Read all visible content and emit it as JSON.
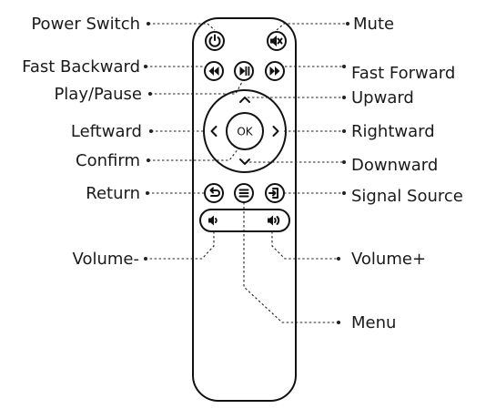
{
  "labels": {
    "power_switch": "Power Switch",
    "mute": "Mute",
    "fast_backward": "Fast Backward",
    "fast_forward": "Fast Forward",
    "play_pause": "Play/Pause",
    "upward": "Upward",
    "leftward": "Leftward",
    "rightward": "Rightward",
    "confirm": "Confirm",
    "downward": "Downward",
    "return": "Return",
    "signal_source": "Signal Source",
    "volume_down": "Volume-",
    "volume_up": "Volume+",
    "menu": "Menu"
  },
  "buttons": {
    "ok": "OK"
  },
  "icons": {
    "power": "power-icon",
    "mute": "speaker-mute-icon",
    "rewind": "rewind-icon",
    "play_pause": "play-pause-icon",
    "fast_forward": "fast-forward-icon",
    "up": "chevron-up-icon",
    "left": "chevron-left-icon",
    "right": "chevron-right-icon",
    "down": "chevron-down-icon",
    "return": "return-icon",
    "menu": "menu-icon",
    "signal_source": "input-source-icon",
    "volume_down": "volume-down-icon",
    "volume_up": "volume-up-icon"
  }
}
